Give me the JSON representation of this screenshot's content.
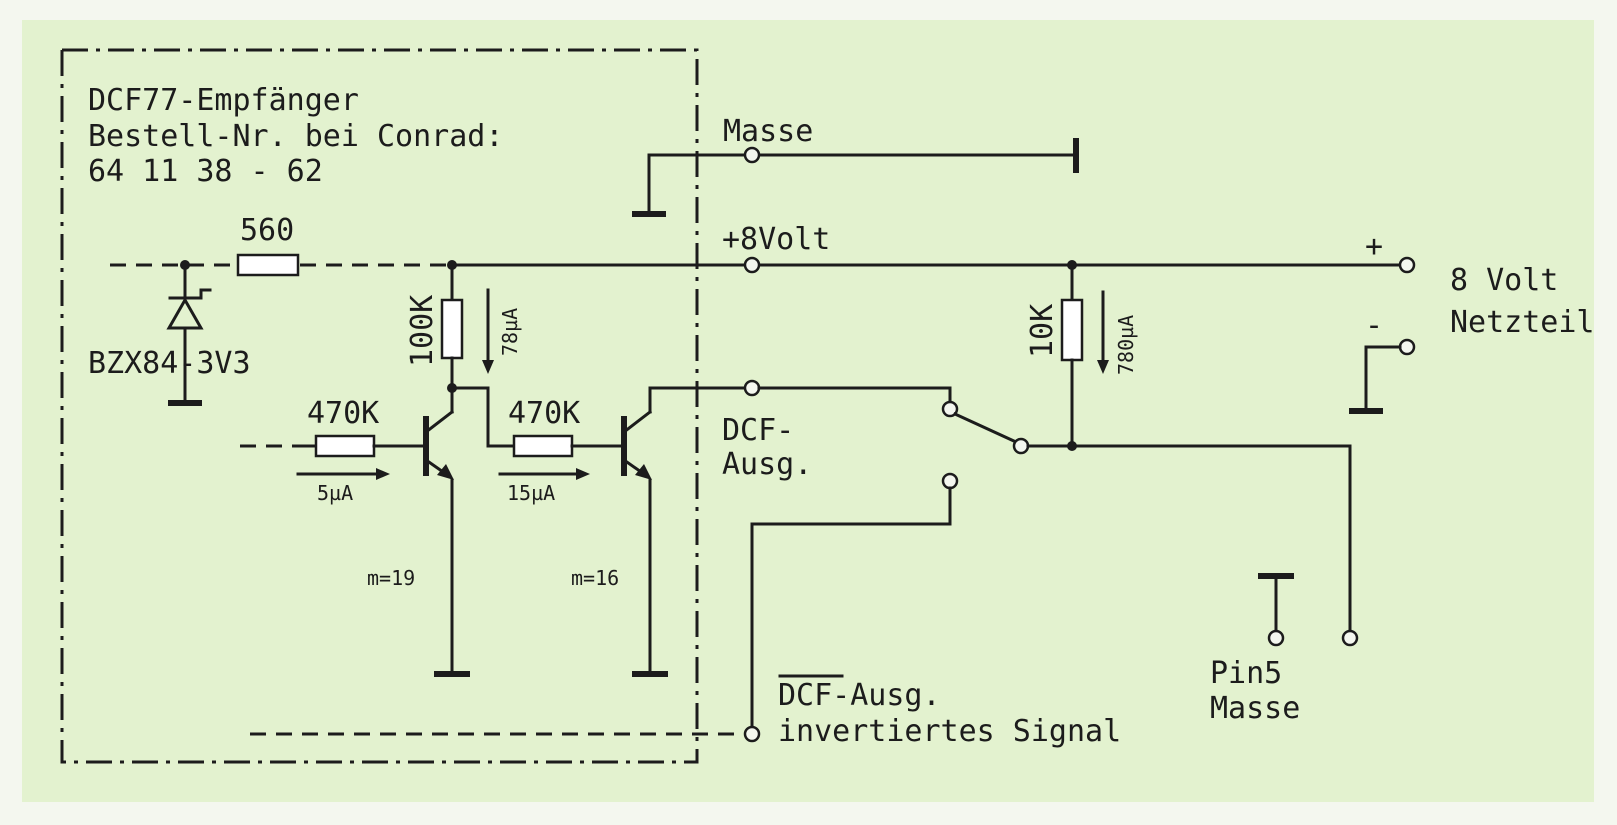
{
  "receiver": {
    "title": "DCF77-Empfänger",
    "order_line": "Bestell-Nr. bei Conrad:",
    "order_number": "64 11 38 - 62"
  },
  "components": {
    "r_560": "560",
    "zener": "BZX84-3V3",
    "r_100k": "100K",
    "i_78": "78µA",
    "r_470k_1": "470K",
    "i_5": "5µA",
    "r_470k_2": "470K",
    "i_15": "15µA",
    "gain_1": "m=19",
    "gain_2": "m=16",
    "r_10k": "10K",
    "i_780": "780µA"
  },
  "nets": {
    "masse": "Masse",
    "plus8": "+8Volt",
    "dcf_out_1": "DCF-",
    "dcf_out_2": "Ausg.",
    "dcf_inv_1": "DCF-Ausg.",
    "dcf_inv_2": "invertiertes Signal"
  },
  "supply": {
    "plus": "+",
    "minus": "-",
    "line1": "8 Volt",
    "line2": "Netzteil"
  },
  "pin5": {
    "line1": "Pin5",
    "line2": "Masse"
  },
  "colors": {
    "panel_background": "#e3f2cf",
    "ink": "#1c1c1c"
  }
}
